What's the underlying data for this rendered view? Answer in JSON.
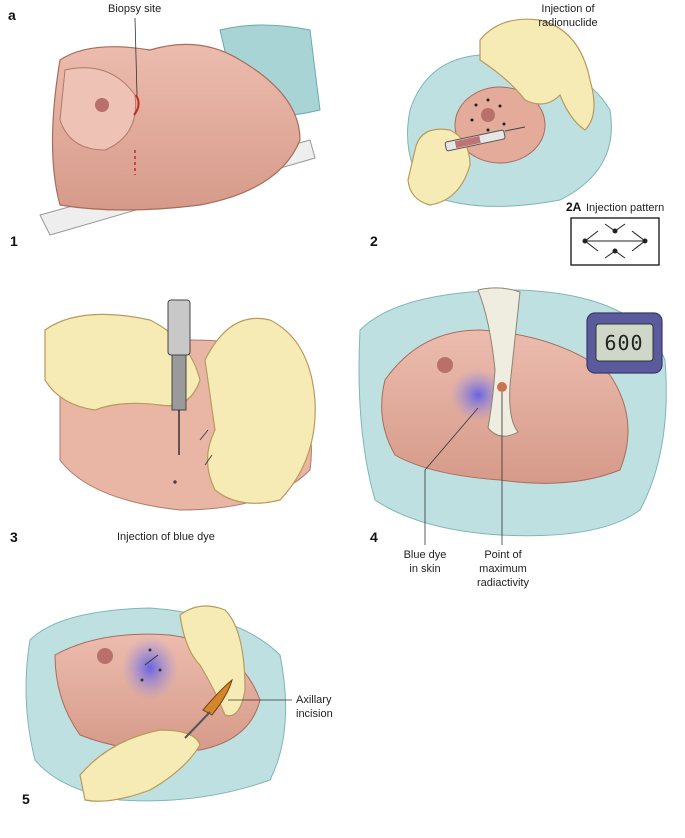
{
  "figure_letter": "a",
  "panels": [
    {
      "number": "1",
      "label": "Biopsy site"
    },
    {
      "number": "2",
      "label_line1": "Injection of",
      "label_line2": "radionuclide"
    },
    {
      "number": "2A",
      "label": "Injection pattern"
    },
    {
      "number": "3",
      "label": "Injection of blue dye"
    },
    {
      "number": "4",
      "callout_left": [
        "Blue dye",
        "in skin"
      ],
      "callout_right": [
        "Point of",
        "maximum",
        "radiactivity"
      ],
      "probe_readout": "600"
    },
    {
      "number": "5",
      "callout": [
        "Axillary",
        "incision"
      ]
    }
  ],
  "colors": {
    "skin": "#e6b0a0",
    "skin_shadow": "#c88878",
    "drape": "#b8dcdc",
    "drape_dark": "#8cc0c0",
    "glove": "#f7ebb5",
    "glove_line": "#b89a5a",
    "dye": "#6f6fe0",
    "nipple": "#b9706a",
    "biopsy": "#c62828"
  }
}
